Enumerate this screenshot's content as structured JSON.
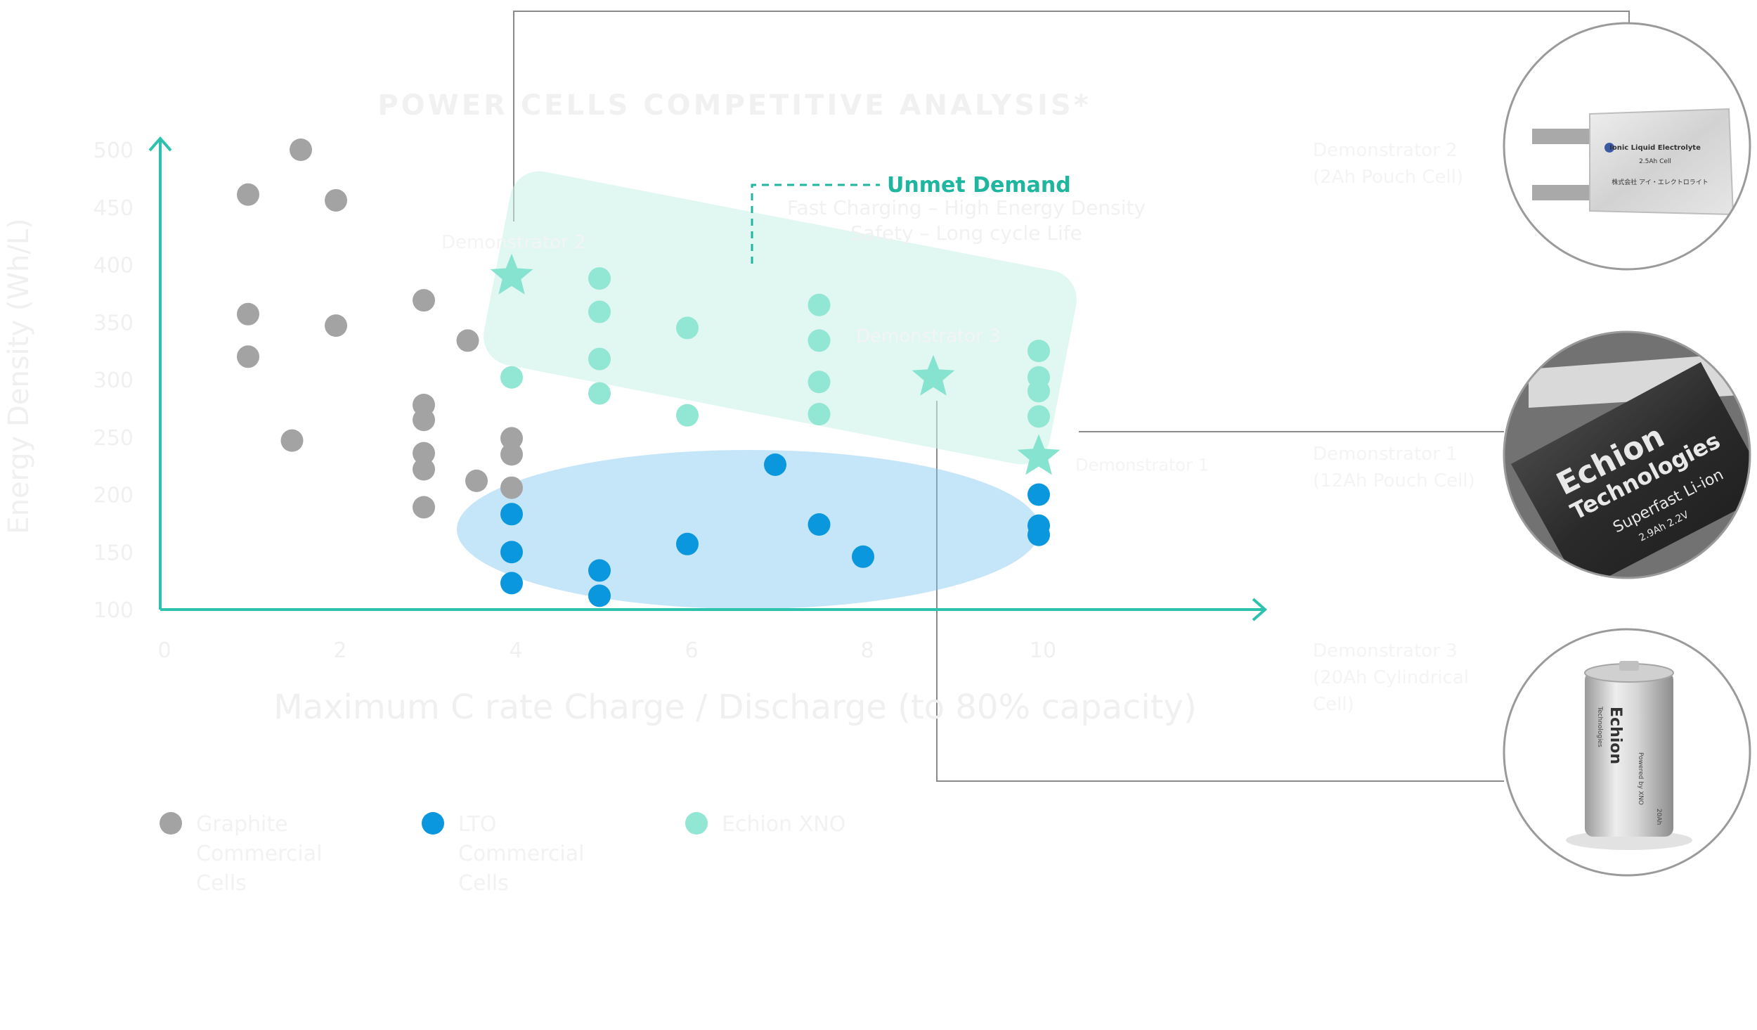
{
  "chart_data": {
    "type": "scatter",
    "title": "POWER CELLS COMPETITIVE ANALYSIS*",
    "xlabel": "Maximum C rate Charge / Discharge (to 80% capacity)",
    "ylabel": "Energy Density (Wh/L)",
    "xlim": [
      0,
      12.5
    ],
    "ylim": [
      100,
      500
    ],
    "x_ticks": [
      "0",
      "2",
      "4",
      "6",
      "8",
      "10"
    ],
    "y_ticks": [
      "100",
      "150",
      "200",
      "250",
      "300",
      "350",
      "400",
      "450",
      "500"
    ],
    "grid": false,
    "legend_placement": "bottom-left",
    "series": [
      {
        "name": "Graphite Commercial Cells",
        "color": "#a3a3a3",
        "points": [
          [
            1.6,
            500
          ],
          [
            1,
            461
          ],
          [
            2,
            456
          ],
          [
            1,
            357
          ],
          [
            2,
            347
          ],
          [
            1,
            320
          ],
          [
            1.5,
            247
          ],
          [
            3,
            369
          ],
          [
            3.5,
            334
          ],
          [
            3,
            278
          ],
          [
            3,
            265
          ],
          [
            3,
            236
          ],
          [
            3,
            222
          ],
          [
            3.6,
            212
          ],
          [
            3,
            189
          ],
          [
            4,
            249
          ],
          [
            4,
            235
          ],
          [
            4,
            206
          ]
        ]
      },
      {
        "name": "LTO Commercial Cells",
        "color": "#0a97de",
        "points": [
          [
            4,
            183
          ],
          [
            4,
            150
          ],
          [
            4,
            123
          ],
          [
            5,
            134
          ],
          [
            5,
            112
          ],
          [
            6,
            157
          ],
          [
            7,
            226
          ],
          [
            7.5,
            174
          ],
          [
            8,
            146
          ],
          [
            10,
            200
          ],
          [
            10,
            173
          ],
          [
            10,
            165
          ]
        ]
      },
      {
        "name": "Echion XNO",
        "color": "#92e6d4",
        "points": [
          [
            4,
            302
          ],
          [
            5,
            388
          ],
          [
            5,
            359
          ],
          [
            5,
            318
          ],
          [
            5,
            288
          ],
          [
            6,
            345
          ],
          [
            6,
            269
          ],
          [
            7.5,
            365
          ],
          [
            7.5,
            334
          ],
          [
            7.5,
            298
          ],
          [
            7.5,
            270
          ],
          [
            10,
            325
          ],
          [
            10,
            302
          ],
          [
            10,
            290
          ],
          [
            10,
            268
          ]
        ]
      }
    ],
    "demonstrators": [
      {
        "label": "Demonstrator 2",
        "x": 4,
        "y": 390
      },
      {
        "label": "Demonstrator 3",
        "x": 8.8,
        "y": 302
      },
      {
        "label": "Demonstrator 1",
        "x": 10,
        "y": 233
      }
    ],
    "annotations": {
      "unmet_title": "Unmet Demand",
      "unmet_line1": "Fast Charging – High Energy Density",
      "unmet_line2": "Safety – Long cycle Life"
    }
  },
  "photos": [
    {
      "label": "Demonstrator 2\n(2Ah Pouch Cell)",
      "cell_text_1": "Ionic Liquid Electrolyte",
      "cell_text_2": "2.5Ah Cell",
      "cell_text_3": "株式会社 アイ・エレクトロライト"
    },
    {
      "label": "Demonstrator 1\n(12Ah Pouch Cell)",
      "cell_text_1": "Echion",
      "cell_text_2": "Technologies",
      "cell_text_3": "Superfast Li-ion",
      "cell_text_4": "2.9Ah 2.2V"
    },
    {
      "label": "Demonstrator 3\n(20Ah Cylindrical Cell)",
      "cell_text_1": "Echion",
      "cell_text_2": "Technologies",
      "cell_text_3": "Powered by XNO",
      "cell_text_4": "20Ah"
    }
  ],
  "colors": {
    "axis": "#2cc2ae",
    "unmet": "#1fb59f",
    "echion_zone": "#c7f1e8",
    "lto_zone": "#7fc8ef",
    "connector": "#8a8a8a",
    "faint_text": "#f1f1f1"
  }
}
